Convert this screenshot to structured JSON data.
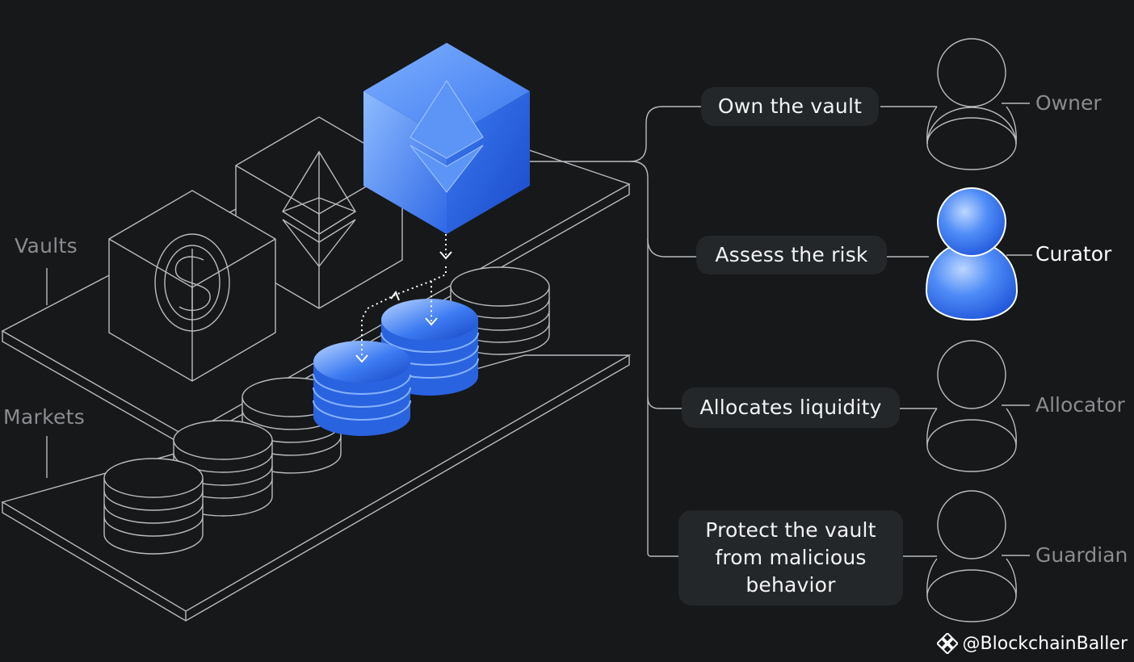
{
  "labels": {
    "vaults": "Vaults",
    "markets": "Markets"
  },
  "roles": [
    {
      "action": "Own the vault",
      "role": "Owner",
      "active": false
    },
    {
      "action": "Assess the risk",
      "role": "Curator",
      "active": true
    },
    {
      "action": "Allocates liquidity",
      "role": "Allocator",
      "active": false
    },
    {
      "action": "Protect the vault from malicious behavior",
      "action_lines": [
        "Protect the vault",
        "from malicious",
        "behavior"
      ],
      "role": "Guardian",
      "active": false
    }
  ],
  "watermark": {
    "text": "@BlockchainBaller",
    "icon": "binance-logo-icon"
  },
  "colors": {
    "background": "#16181a",
    "line": "#b9bcbf",
    "accent_blue": "#2f6ff0",
    "pill": "#24272a"
  }
}
